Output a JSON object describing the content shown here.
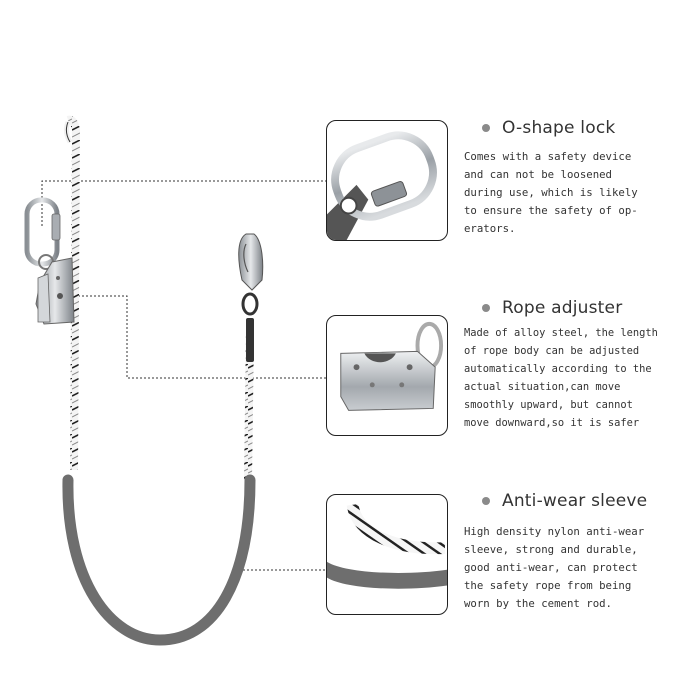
{
  "features": [
    {
      "title": "O-shape lock",
      "lines": [
        "Comes with a safety device",
        "and can not be loosened",
        "during use, which is likely",
        "to ensure the safety of op-",
        "erators."
      ],
      "icon": "carabiner-icon"
    },
    {
      "title": "Rope adjuster",
      "lines": [
        "Made of alloy steel, the length",
        "of rope body can be adjusted",
        "automatically according to the",
        "actual situation,can move",
        "smoothly upward, but cannot",
        "move downward,so it is safer"
      ],
      "icon": "rope-adjuster-icon"
    },
    {
      "title": "Anti-wear sleeve",
      "lines": [
        "High density nylon anti-wear",
        "sleeve, strong and durable,",
        "good anti-wear, can protect",
        "the safety rope from being",
        "worn by the cement rod."
      ],
      "icon": "anti-wear-sleeve-icon"
    }
  ],
  "colors": {
    "text": "#333333",
    "bullet": "#8a8a8a",
    "sleeve": "#707070",
    "metal": "#b8bcc0",
    "box_border": "#222222"
  }
}
